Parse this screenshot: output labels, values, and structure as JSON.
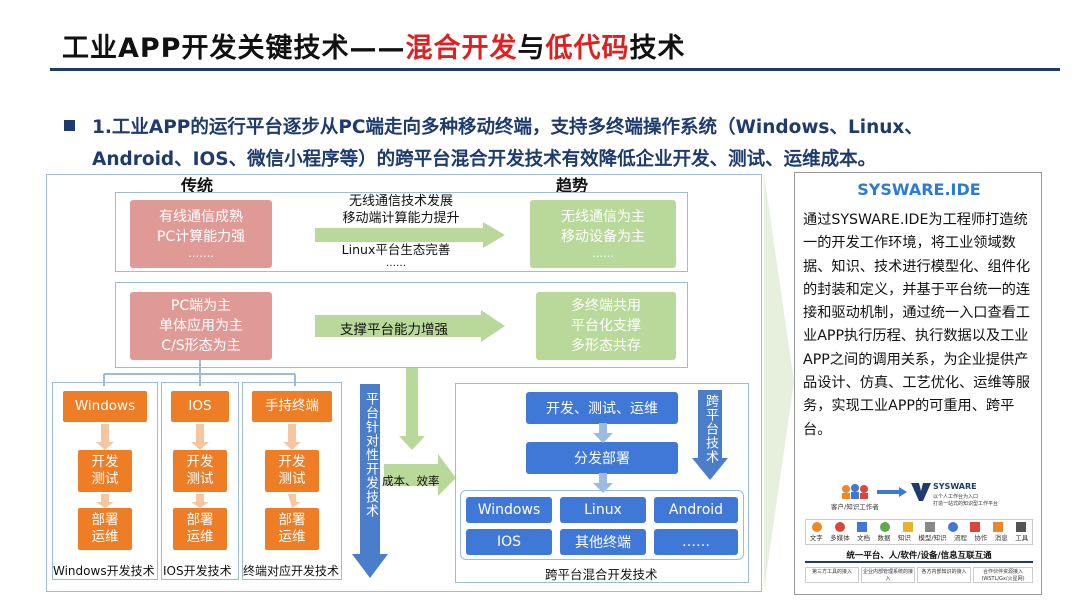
{
  "title": {
    "part1": "工业APP开发关键技术——",
    "highlight1": "混合开发",
    "part2": "与",
    "highlight2": "低代码",
    "part3": "技术"
  },
  "bullet": {
    "line1": "1.工业APP的运行平台逐步从PC端走向多种移动终端，支持多终端操作系统（Windows、Linux、",
    "line2": "Android、IOS、微信小程序等）的跨平台混合开发技术有效降低企业开发、测试、运维成本。"
  },
  "diagram": {
    "label_traditional": "传统",
    "label_trend": "趋势",
    "row1": {
      "left": [
        "有线通信成熟",
        "PC计算能力强",
        "……."
      ],
      "arrow_top": [
        "无线通信技术发展",
        "移动端计算能力提升"
      ],
      "arrow_bottom": [
        "Linux平台生态完善",
        "……"
      ],
      "right": [
        "无线通信为主",
        "移动设备为主",
        "……"
      ]
    },
    "row2": {
      "left": [
        "PC端为主",
        "单体应用为主",
        "C/S形态为主"
      ],
      "arrow": "支撑平台能力增强",
      "right": [
        "多终端共用",
        "平台化支撑",
        "多形态共存"
      ]
    },
    "columns": [
      {
        "header": "Windows",
        "dev": [
          "开发",
          "测试"
        ],
        "ops": [
          "部署",
          "运维"
        ],
        "footer": "Windows开发技术"
      },
      {
        "header": "IOS",
        "dev": [
          "开发",
          "测试"
        ],
        "ops": [
          "部署",
          "运维"
        ],
        "footer": "IOS开发技术"
      },
      {
        "header": "手持终端",
        "dev": [
          "开发",
          "测试"
        ],
        "ops": [
          "部署",
          "运维"
        ],
        "footer": "终端对应开发技术"
      }
    ],
    "targeted_arrow": "平台针对性开发技术",
    "cost_label": "成本、效率",
    "cross": {
      "dev_test_ops": "开发、测试、运维",
      "distribute": "分发部署",
      "vertical": "跨平台技术",
      "platforms": [
        "Windows",
        "Linux",
        "Android",
        "IOS",
        "其他终端",
        "……"
      ],
      "footer": "跨平台混合开发技术"
    }
  },
  "sidebar": {
    "title": "SYSWARE.IDE",
    "text": "通过SYSWARE.IDE为工程师打造统一的开发工作环境，将工业领域数据、知识、技术进行模型化、组件化的封装和定义，并基于平台统一的连接和驱动机制，通过统一入口查看工业APP执行历程、执行数据以及工业APP之间的调用关系，为企业提供产品设计、仿真、工艺优化、运维等服务，实现工业APP的可重用、跨平台。",
    "thumb": {
      "users": "客户/知识工作者",
      "brand": "SYSWARE",
      "brand_sub1": "以个人工作台为入口",
      "brand_sub2": "打造一站式的知识型工作平台",
      "icons": [
        "文字",
        "多媒体",
        "文档",
        "数据",
        "知识",
        "模型/知识",
        "流程",
        "协作",
        "消息",
        "工具"
      ],
      "bar": "统一平台、人/软件/设备/信息互联互通",
      "bottom": [
        "第三方工具的接入",
        "企业内部管理系统的接入",
        "各方内部知识的接入",
        "合作伙伴资源接入(WSTL/Gx/火星网)"
      ]
    }
  },
  "colors": {
    "title_blue": "#1f3b6e",
    "highlight_red": "#e02020",
    "traditional_red": "#e09a96",
    "trend_green": "#b9d99a",
    "orange": "#ee7d25",
    "blue": "#3f78d6",
    "sidebar_title": "#2b7bd6"
  }
}
